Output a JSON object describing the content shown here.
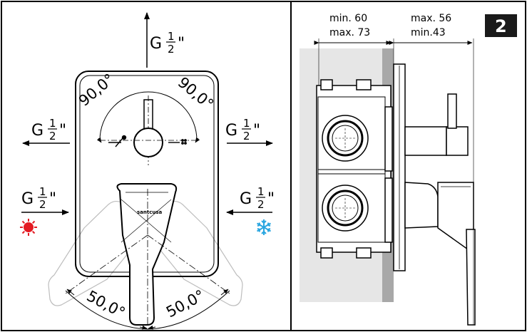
{
  "figure": {
    "number": "2",
    "colors": {
      "hot": "#e31b23",
      "cold": "#2aa6e0",
      "wall": "#e6e6e6",
      "wall_edge": "#a8a8a8",
      "ink": "#000000"
    }
  },
  "front_view": {
    "ports": {
      "top": {
        "label": "G",
        "fraction": {
          "num": "1",
          "den": "2"
        },
        "suffix": "\""
      },
      "left": {
        "label": "G",
        "fraction": {
          "num": "1",
          "den": "2"
        },
        "suffix": "\""
      },
      "right": {
        "label": "G",
        "fraction": {
          "num": "1",
          "den": "2"
        },
        "suffix": "\""
      },
      "hot": {
        "label": "G",
        "fraction": {
          "num": "1",
          "den": "2"
        },
        "suffix": "\"",
        "icon": "sun-icon"
      },
      "cold": {
        "label": "G",
        "fraction": {
          "num": "1",
          "den": "2"
        },
        "suffix": "\"",
        "icon": "snowflake-icon"
      }
    },
    "diverter_angles": {
      "left": "90,0°",
      "right": "90,0°"
    },
    "lever_angles": {
      "left": "50,0°",
      "right": "50,0°"
    },
    "brand": "santcusa"
  },
  "side_view": {
    "dim_left": {
      "line1": "min. 60",
      "line2": "max. 73"
    },
    "dim_right": {
      "line1": "max. 56",
      "line2": "min.43"
    }
  }
}
